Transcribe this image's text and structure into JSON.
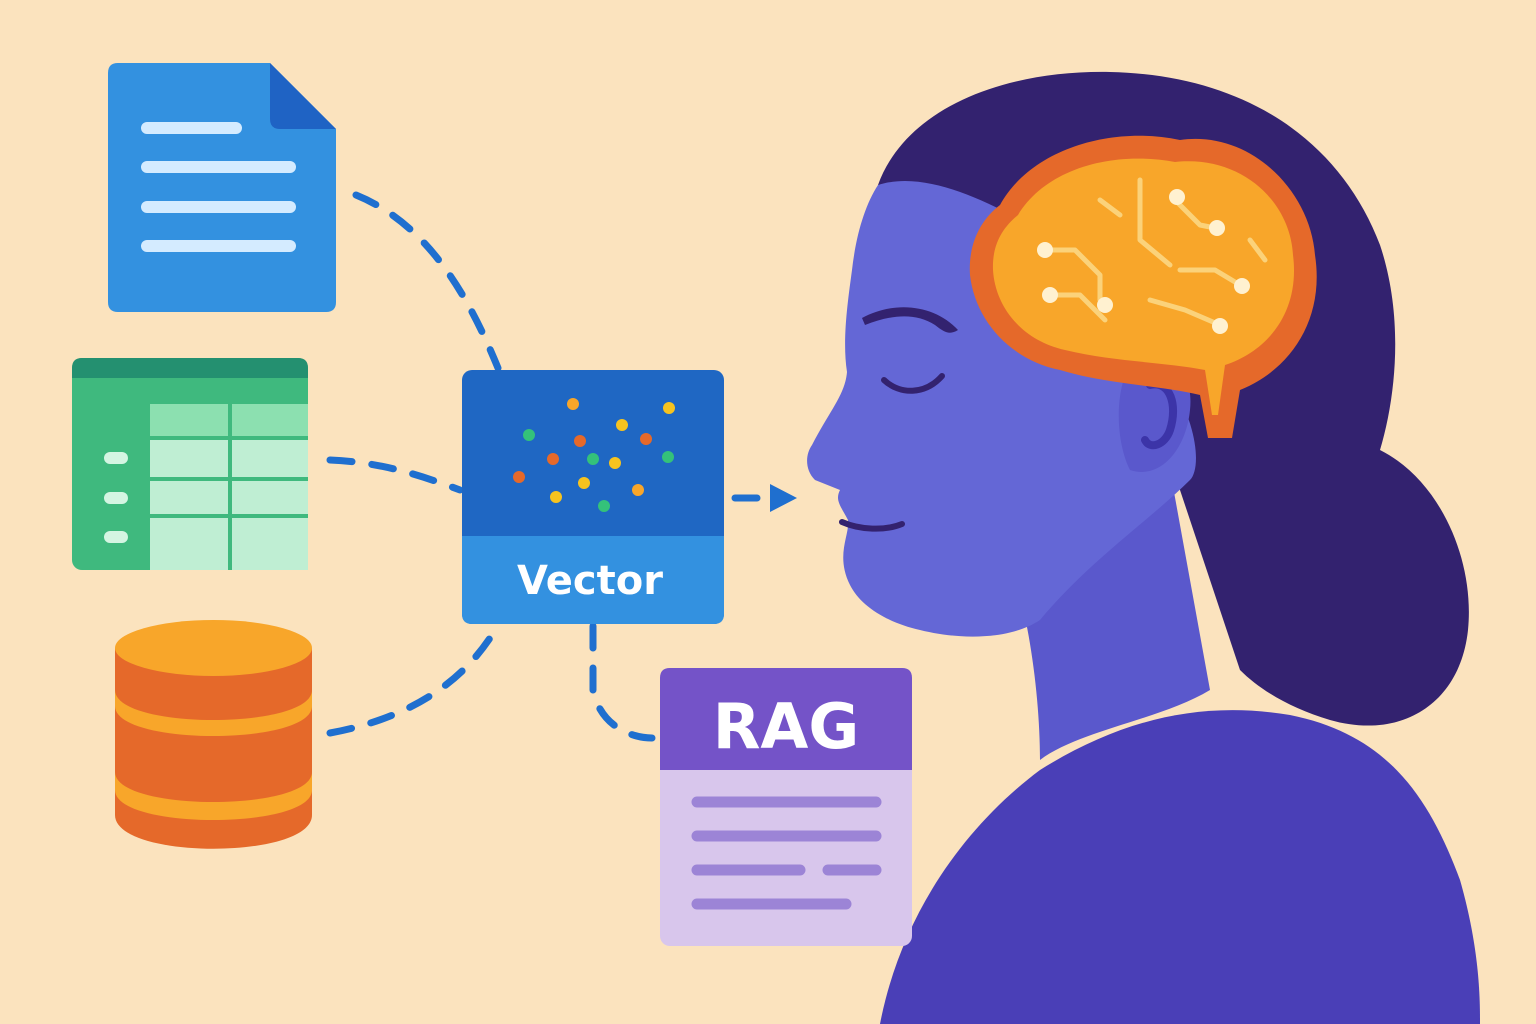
{
  "background_color": "#fbe3be",
  "colors": {
    "document": "#3391e0",
    "spreadsheet": "#3fb97e",
    "database_orange": "#e5692a",
    "database_yellow": "#f8a62a",
    "vector_box": "#1f67c3",
    "rag_header": "#7453c8",
    "rag_body": "#d8c6ec",
    "connector": "#1f6fcf",
    "hair": "#33226f",
    "skin": "#6467d6",
    "brain": "#f4922a"
  },
  "icons": {
    "document": "document-icon",
    "spreadsheet": "spreadsheet-icon",
    "database": "database-icon",
    "brain": "brain-icon",
    "person": "person-profile"
  },
  "vector_box": {
    "label": "Vector"
  },
  "rag_card": {
    "label": "RAG"
  }
}
